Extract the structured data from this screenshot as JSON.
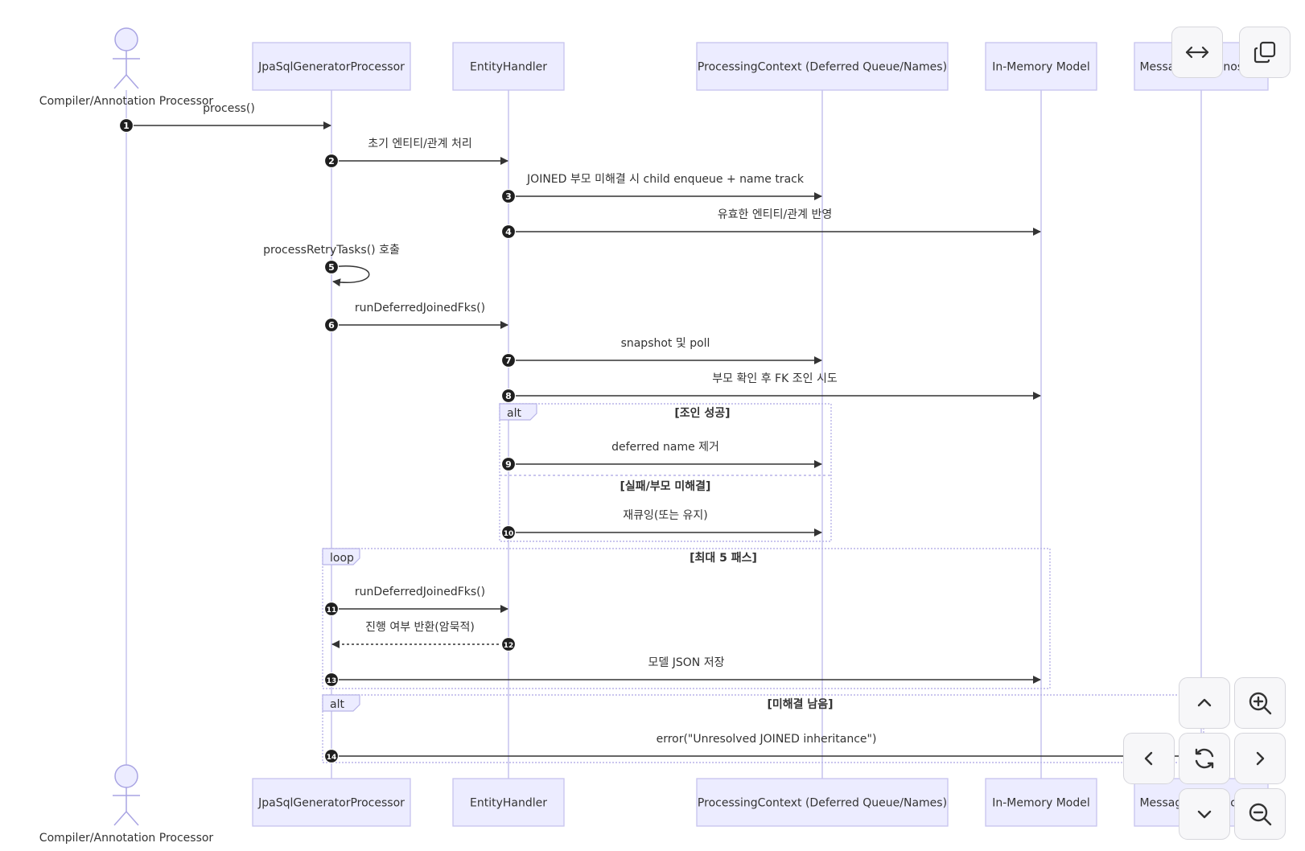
{
  "diagram": {
    "participants": [
      {
        "id": "compiler",
        "label": "Compiler/Annotation Processor",
        "kind": "actor"
      },
      {
        "id": "proc",
        "label": "JpaSqlGeneratorProcessor",
        "kind": "box"
      },
      {
        "id": "entity",
        "label": "EntityHandler",
        "kind": "box"
      },
      {
        "id": "ctx",
        "label": "ProcessingContext (Deferred Queue/Names)",
        "kind": "box"
      },
      {
        "id": "model",
        "label": "In-Memory Model",
        "kind": "box"
      },
      {
        "id": "msg",
        "label": "Messager/Diagnostics",
        "kind": "box"
      }
    ],
    "messages": [
      {
        "n": "1",
        "from": "compiler",
        "to": "proc",
        "label": "process()",
        "style": "solid"
      },
      {
        "n": "2",
        "from": "proc",
        "to": "entity",
        "label": "초기 엔티티/관계 처리",
        "style": "solid"
      },
      {
        "n": "3",
        "from": "entity",
        "to": "ctx",
        "label": "JOINED 부모 미해결 시 child enqueue + name track",
        "style": "solid"
      },
      {
        "n": "4",
        "from": "entity",
        "to": "model",
        "label": "유효한 엔티티/관계 반영",
        "style": "solid"
      },
      {
        "n": "5",
        "from": "proc",
        "to": "proc",
        "label": "processRetryTasks() 호출",
        "style": "self"
      },
      {
        "n": "6",
        "from": "proc",
        "to": "entity",
        "label": "runDeferredJoinedFks()",
        "style": "solid"
      },
      {
        "n": "7",
        "from": "entity",
        "to": "ctx",
        "label": "snapshot 및 poll",
        "style": "solid"
      },
      {
        "n": "8",
        "from": "entity",
        "to": "model",
        "label": "부모 확인 후 FK 조인 시도",
        "style": "solid"
      },
      {
        "n": "9",
        "from": "entity",
        "to": "ctx",
        "label": "deferred name 제거",
        "style": "solid"
      },
      {
        "n": "10",
        "from": "entity",
        "to": "ctx",
        "label": "재큐잉(또는 유지)",
        "style": "solid"
      },
      {
        "n": "11",
        "from": "proc",
        "to": "entity",
        "label": "runDeferredJoinedFks()",
        "style": "solid"
      },
      {
        "n": "12",
        "from": "entity",
        "to": "proc",
        "label": "진행 여부 반환(암묵적)",
        "style": "dashed"
      },
      {
        "n": "13",
        "from": "proc",
        "to": "model",
        "label": "모델 JSON 저장",
        "style": "solid"
      },
      {
        "n": "14",
        "from": "proc",
        "to": "msg",
        "label": "error(\"Unresolved JOINED inheritance\")",
        "style": "solid"
      }
    ],
    "fragments": [
      {
        "keyword": "alt",
        "condition": "[조인 성공]",
        "else_condition": "[실패/부모 미해결]"
      },
      {
        "keyword": "loop",
        "condition": "[최대 5 패스]"
      },
      {
        "keyword": "alt",
        "condition": "[미해결 남음]"
      }
    ]
  },
  "toolbar": {
    "top": [
      {
        "name": "fit-width-button",
        "icon": "arrows-horizontal-icon"
      },
      {
        "name": "copy-button",
        "icon": "copy-icon"
      }
    ],
    "nav": [
      {
        "name": "pan-up-button",
        "icon": "chevron-up-icon"
      },
      {
        "name": "zoom-in-button",
        "icon": "zoom-in-icon"
      },
      {
        "name": "pan-left-button",
        "icon": "chevron-left-icon"
      },
      {
        "name": "reset-view-button",
        "icon": "refresh-icon"
      },
      {
        "name": "pan-right-button",
        "icon": "chevron-right-icon"
      },
      {
        "name": "pan-down-button",
        "icon": "chevron-down-icon"
      },
      {
        "name": "zoom-out-button",
        "icon": "zoom-out-icon"
      }
    ]
  },
  "colors": {
    "participant_fill": "#ececff",
    "participant_stroke": "#c7c3ef",
    "lifeline": "#c9c6ee",
    "arrow": "#333333",
    "fragment_border": "#b8b4e8",
    "text": "#333333",
    "badge": "#1f1f1f"
  }
}
